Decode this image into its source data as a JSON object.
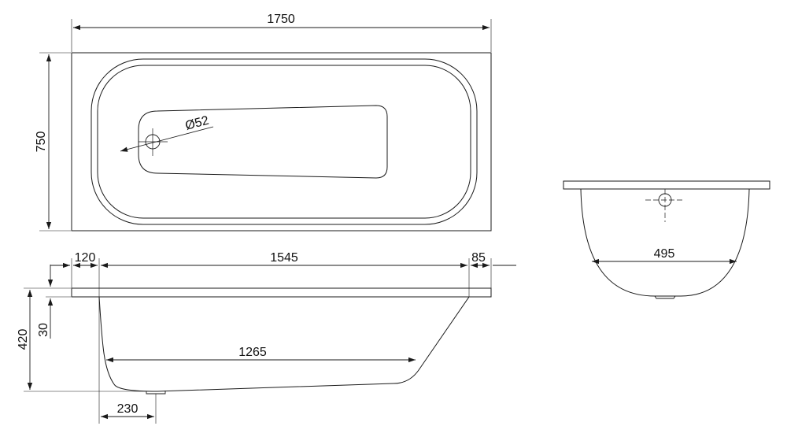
{
  "dimensions": {
    "length_total": "1750",
    "width_total": "750",
    "drain_diameter": "Ø52",
    "rim_left": "120",
    "inner_length": "1545",
    "rim_right": "85",
    "height_total": "420",
    "rim_thickness": "30",
    "bottom_length": "1265",
    "drain_offset": "230",
    "end_width": "495"
  }
}
